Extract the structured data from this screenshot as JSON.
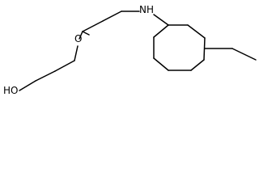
{
  "molecule": {
    "atoms": {
      "hydroxyl": "HO",
      "ether_oxygen": "O",
      "amine": "NH"
    }
  },
  "colors": {
    "bond": "#000000",
    "label": "#000000",
    "background": "#ffffff"
  }
}
